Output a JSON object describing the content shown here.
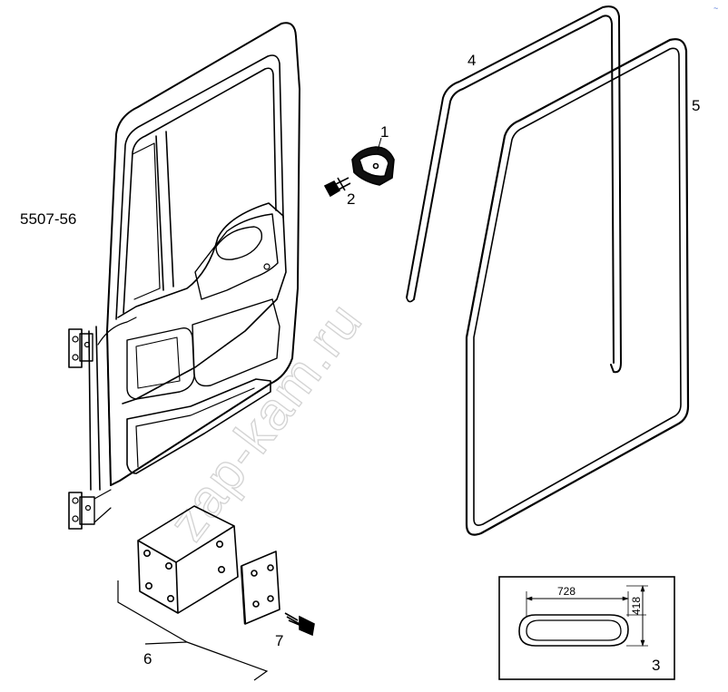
{
  "drawing_code": "5507-56",
  "callouts": {
    "p1": "1",
    "p2": "2",
    "p3": "3",
    "p4": "4",
    "p5": "5",
    "p6": "6",
    "p7": "7"
  },
  "detail": {
    "width_dim": "728",
    "height_dim": "418"
  },
  "watermark": "zap-kam.ru",
  "corner_mark": "~"
}
